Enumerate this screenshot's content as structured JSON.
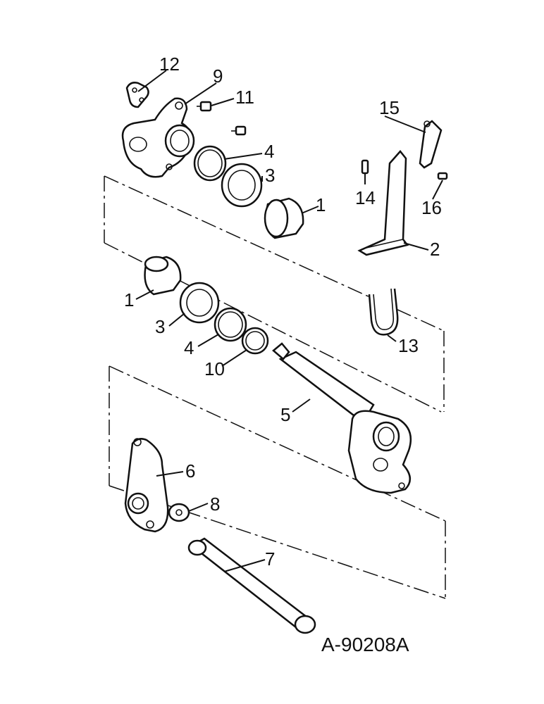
{
  "figure_code": "A-90208A",
  "callouts": {
    "c1a": "1",
    "c1b": "1",
    "c2": "2",
    "c3a": "3",
    "c3b": "3",
    "c4a": "4",
    "c4b": "4",
    "c5": "5",
    "c6": "6",
    "c7": "7",
    "c8": "8",
    "c9": "9",
    "c10": "10",
    "c11": "11",
    "c12": "12",
    "c13": "13",
    "c14": "14",
    "c15": "15",
    "c16": "16"
  }
}
